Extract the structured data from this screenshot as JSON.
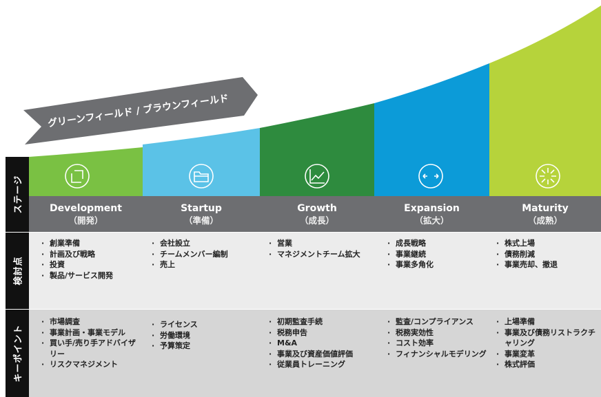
{
  "greenfield_label": "グリーンフィールド / ブラウンフィールド",
  "row_labels": {
    "stage": "ステージ",
    "considerations": "検討点",
    "key_points": "キーポイント"
  },
  "stages": [
    {
      "name": "Development",
      "name_jp": "（開発）",
      "color": "#7AC143",
      "icon": "development-icon",
      "considerations": [
        "創業準備",
        "計画及び戦略",
        "投資",
        "製品/サービス開発"
      ],
      "key_points": [
        "市場調査",
        "事業計画・事業モデル",
        "買い手/売り手アドバイザリー",
        "リスクマネジメント"
      ]
    },
    {
      "name": "Startup",
      "name_jp": "（準備）",
      "color": "#5BC2E7",
      "icon": "folder-icon",
      "considerations": [
        "会社設立",
        "チームメンバー編制",
        "売上"
      ],
      "key_points": [
        "ライセンス",
        "労働環境",
        "予算策定"
      ]
    },
    {
      "name": "Growth",
      "name_jp": "（成長）",
      "color": "#2E8B3E",
      "icon": "line-chart-icon",
      "considerations": [
        "営業",
        "マネジメントチーム拡大"
      ],
      "key_points": [
        "初期監査手続",
        "税務申告",
        "M&A",
        "事業及び資産価値評価",
        "従業員トレーニング"
      ]
    },
    {
      "name": "Expansion",
      "name_jp": "（拡大）",
      "color": "#0C9BD8",
      "icon": "expand-arrows-icon",
      "considerations": [
        "成長戦略",
        "事業継続",
        "事業多角化"
      ],
      "key_points": [
        "監査/コンプライアンス",
        "税務実効性",
        "コスト効率",
        "フィナンシャルモデリング"
      ]
    },
    {
      "name": "Maturity",
      "name_jp": "（成熟）",
      "color": "#B6D33B",
      "icon": "sunburst-icon",
      "considerations": [
        "株式上場",
        "債務削減",
        "事業売却、撤退"
      ],
      "key_points": [
        "上場準備",
        "事業及び債務リストラクチャリング",
        "事業変革",
        "株式評価"
      ]
    }
  ],
  "colors": {
    "black_label": "#111111",
    "considerations_row": "#ECECEC",
    "key_points_row": "#D6D6D6",
    "banner": "#6D6E71",
    "name_row": "#6D6E71"
  }
}
